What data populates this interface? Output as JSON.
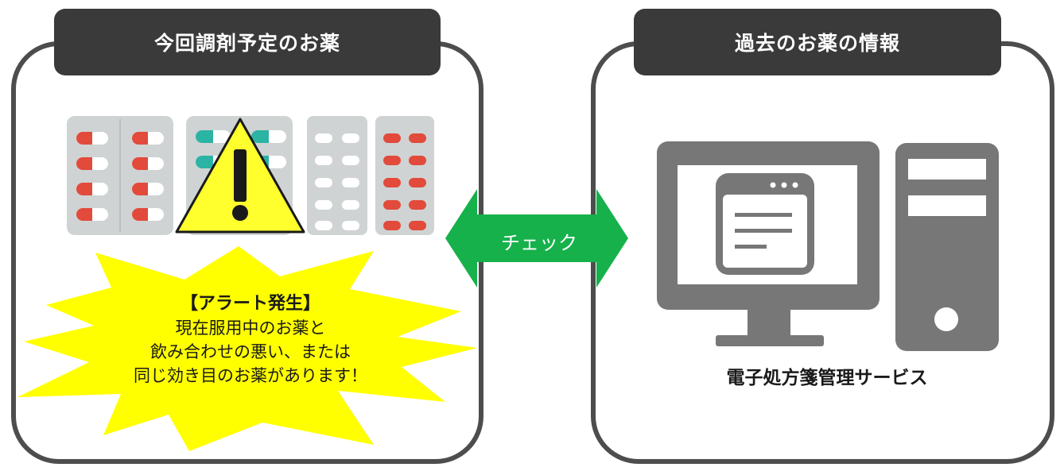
{
  "left_panel": {
    "title": "今回調剤予定のお薬",
    "alert": {
      "title": "【アラート発生】",
      "line1": "現在服用中のお薬と",
      "line2": "飲み合わせの悪い、または",
      "line3": "同じ効き目のお薬があります！"
    }
  },
  "connector": {
    "label": "チェック"
  },
  "right_panel": {
    "title": "過去のお薬の情報",
    "service_label": "電子処方箋管理サービス"
  },
  "icons": {
    "pill_packs": "blister-pack-icon",
    "warning": "warning-triangle-icon",
    "computer": "desktop-computer-icon"
  },
  "colors": {
    "frame": "#4d4d4d",
    "tab": "#3a3a3a",
    "arrow": "#16b14b",
    "burst": "#ffff00",
    "pill_red": "#e24a3b",
    "pill_teal": "#2bb3a4",
    "pack": "#cfd3d3",
    "computer": "#777777"
  }
}
